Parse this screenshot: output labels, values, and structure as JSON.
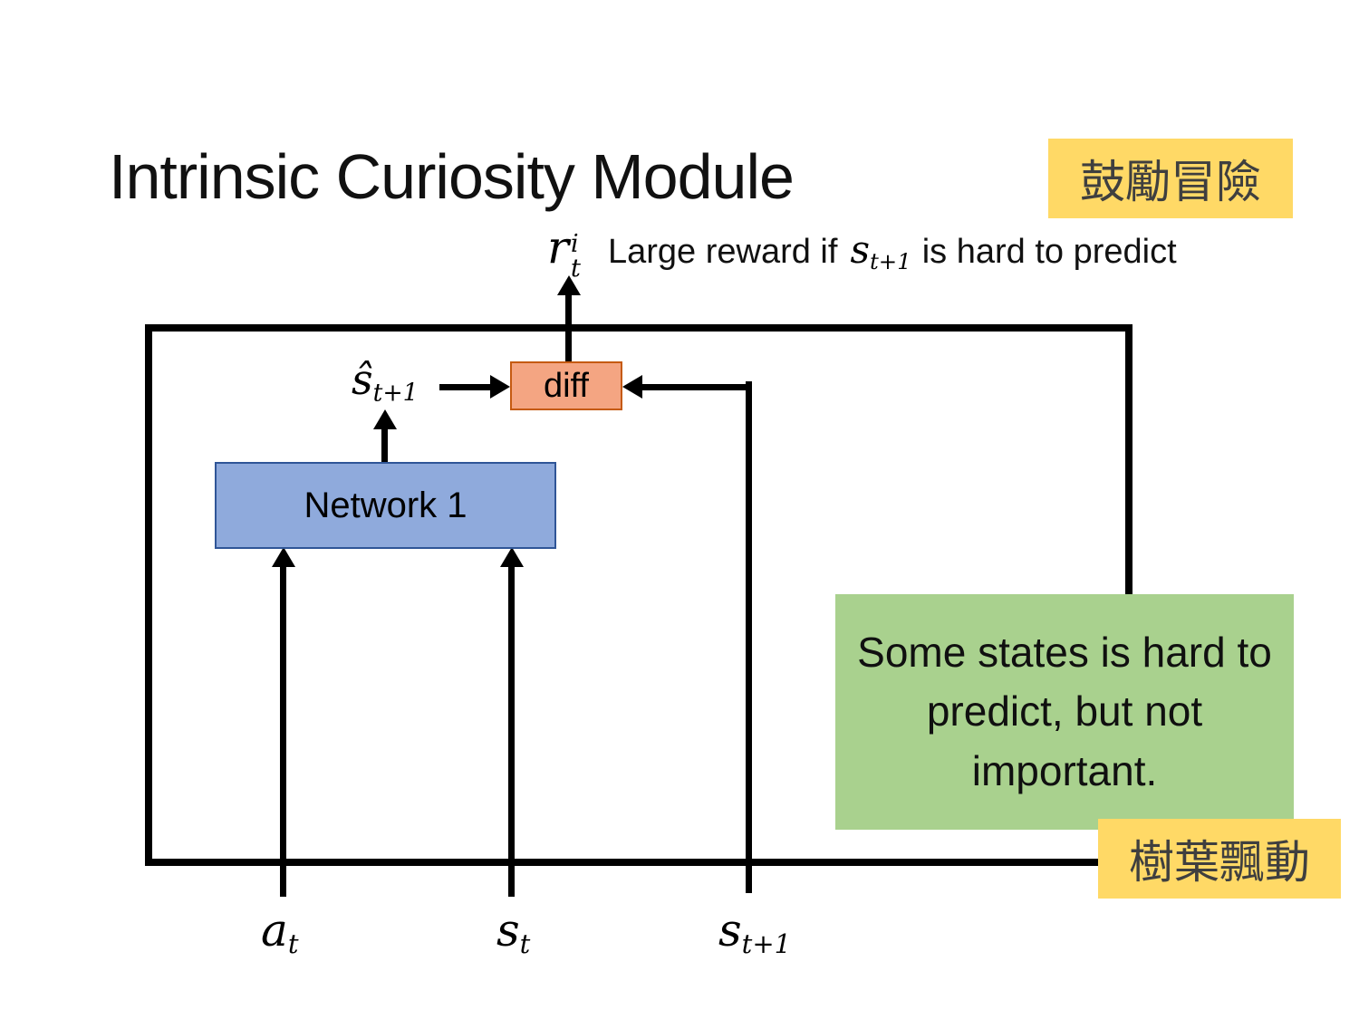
{
  "slide": {
    "title": "Intrinsic Curiosity Module",
    "encourage_badge": "鼓勵冒險",
    "leaves_badge": "樹葉飄動",
    "green_note": "Some states is hard to predict, but not important.",
    "reward": {
      "base": "r",
      "sup": "i",
      "sub": "t",
      "text_pre": "Large reward if",
      "s_base": "s",
      "s_sub": "t+1",
      "text_post": "is hard to predict"
    },
    "diagram": {
      "diff_label": "diff",
      "network_label": "Network 1",
      "s_hat": {
        "base": "ŝ",
        "sub": "t+1"
      },
      "inputs": {
        "a": {
          "base": "a",
          "sub": "t"
        },
        "s": {
          "base": "s",
          "sub": "t"
        },
        "s_next": {
          "base": "s",
          "sub": "t+1"
        }
      }
    },
    "colors": {
      "badge_yellow": "#FFD966",
      "note_green": "#A9D18E",
      "diff_fill": "#F4A582",
      "diff_border": "#C55A11",
      "network_fill": "#8FAADC",
      "network_border": "#2F5597",
      "line_black": "#000000"
    }
  }
}
